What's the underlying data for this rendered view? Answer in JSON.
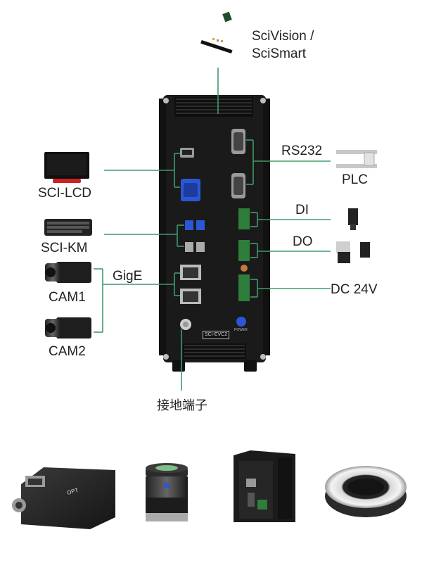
{
  "top_device": {
    "label_line1": "SciVision /",
    "label_line2": "SciSmart"
  },
  "controller": {
    "model_badge": "SCI-EVC2",
    "power_label": "POWER"
  },
  "peripherals": {
    "lcd": "SCI-LCD",
    "km": "SCI-KM",
    "gige": "GigE",
    "cam1": "CAM1",
    "cam2": "CAM2"
  },
  "connections": {
    "rs232": "RS232",
    "plc": "PLC",
    "di": "DI",
    "do": "DO",
    "dc": "DC 24V",
    "ground": "接地端子"
  },
  "colors": {
    "wire": "#3f9b6a",
    "device_body": "#1b1b1b",
    "accent_blue": "#2b57d6"
  }
}
